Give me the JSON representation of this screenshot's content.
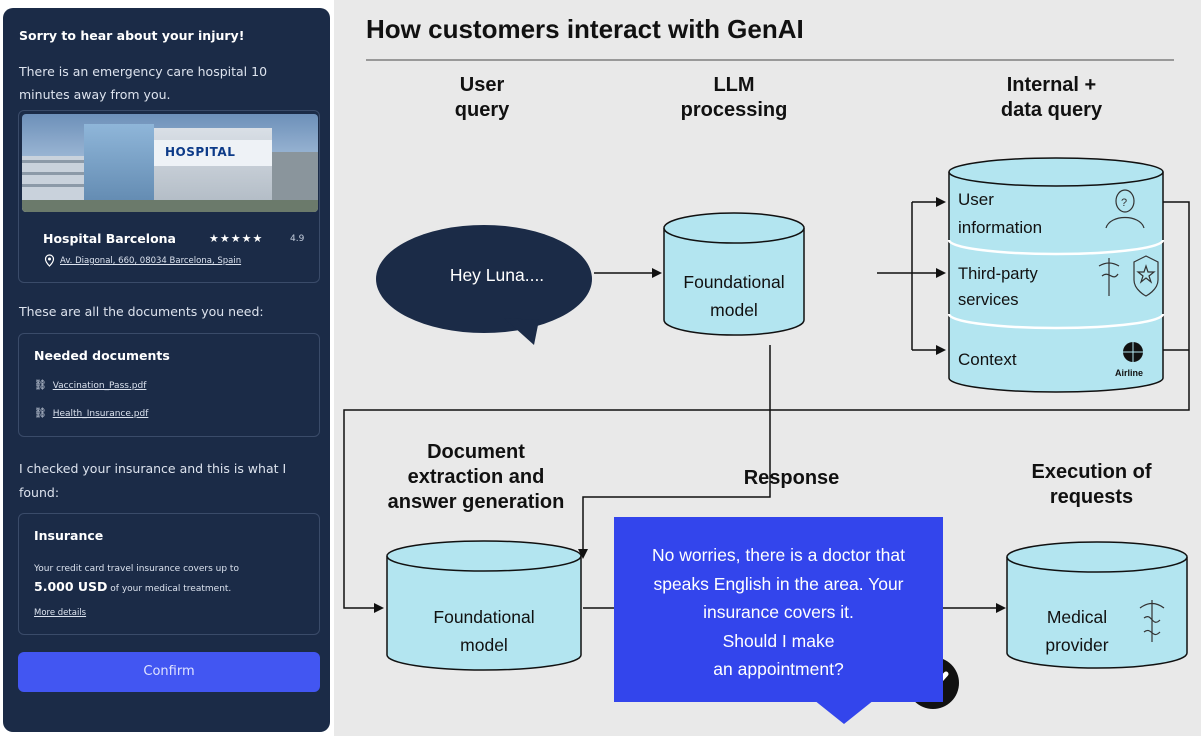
{
  "chat": {
    "title": "Sorry to hear about your injury!",
    "message": "There is an emergency care hospital 10 minutes away from you.",
    "hospital": {
      "sign": "HOSPITAL",
      "name": "Hospital Barcelona",
      "stars": "★★★★★",
      "rating": "4.9",
      "address": "Av. Diagonal, 660, 08034 Barcelona, Spain"
    },
    "documents_intro": "These are all the documents you need:",
    "documents": {
      "title": "Needed documents",
      "files": [
        "Vaccination_Pass.pdf",
        "Health_Insurance.pdf"
      ]
    },
    "insurance_intro": "I checked your insurance and this is what I found:",
    "insurance": {
      "title": "Insurance",
      "text_before": "Your credit card travel insurance covers up to",
      "amount": "5.000 USD",
      "text_after": "of your medical treatment.",
      "more_link": "More details"
    },
    "confirm_label": "Confirm"
  },
  "diagram": {
    "title": "How customers interact with GenAI",
    "labels": {
      "user_query": [
        "User",
        "query"
      ],
      "llm_processing": [
        "LLM",
        "processing"
      ],
      "internal_query": [
        "Internal +",
        "data query"
      ],
      "doc_extraction": [
        "Document",
        "extraction and",
        "answer generation"
      ],
      "response": "Response",
      "execution": [
        "Execution of",
        "requests"
      ]
    },
    "bubble_text": "Hey Luna....",
    "foundational_model_top": [
      "Foundational",
      "model"
    ],
    "foundational_model_bottom": [
      "Foundational",
      "model"
    ],
    "data_sources": {
      "user_information": [
        "User",
        "information"
      ],
      "third_party": [
        "Third-party",
        "services"
      ],
      "context": "Context",
      "airline_logo_text": "Airline"
    },
    "response_lines": [
      "No worries, there is a doctor that",
      "speaks English in the area. Your",
      "insurance covers it.",
      "Should I make",
      "an appointment?"
    ],
    "medical_provider": [
      "Medical",
      "provider"
    ]
  },
  "colors": {
    "panel_bg": "#1b2b47",
    "confirm_button": "#4256f2",
    "cylinder_fill": "#b3e5f0",
    "response_box": "#3345ec",
    "diagram_bg": "#e9e9e9"
  }
}
